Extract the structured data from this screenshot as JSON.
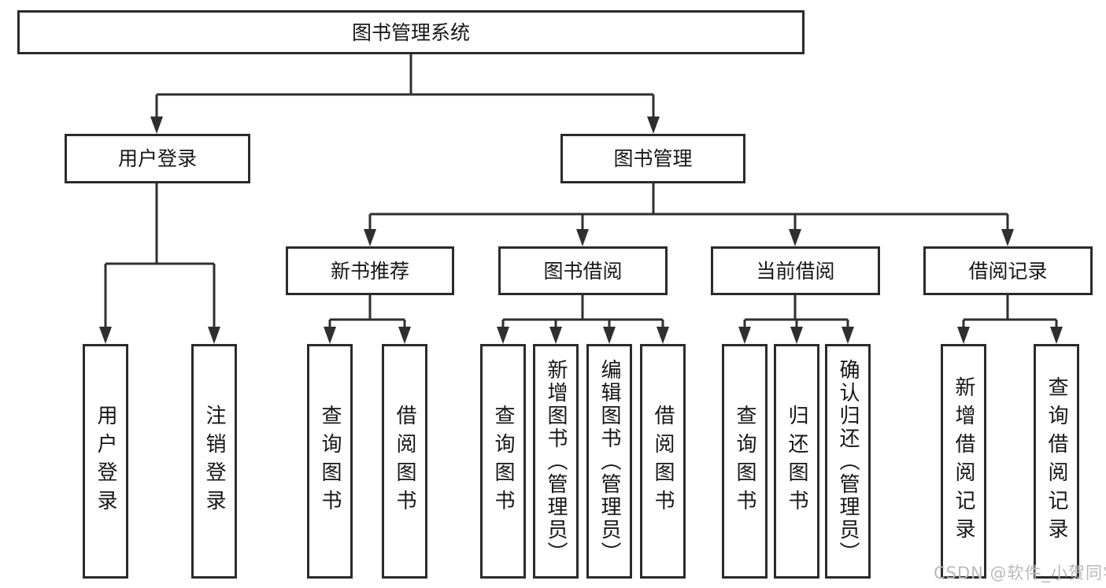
{
  "colors": {
    "line": "#2f2f2f",
    "box_border": "#2b2b2b",
    "text": "#161616",
    "watermark": "#b9b9b9",
    "background": "#ffffff"
  },
  "watermark": {
    "text": "CSDN @软件_小贺同学"
  },
  "tree": {
    "root": {
      "label": "图书管理系统"
    },
    "branches": [
      {
        "label": "用户登录",
        "children": [
          {
            "label": "用户登录"
          },
          {
            "label": "注销登录"
          }
        ]
      },
      {
        "label": "图书管理",
        "children": [
          {
            "label": "新书推荐",
            "children": [
              {
                "label": "查询图书"
              },
              {
                "label": "借阅图书"
              }
            ]
          },
          {
            "label": "图书借阅",
            "children": [
              {
                "label": "查询图书"
              },
              {
                "label": "新增图书（管理员）"
              },
              {
                "label": "编辑图书（管理员）"
              },
              {
                "label": "借阅图书"
              }
            ]
          },
          {
            "label": "当前借阅",
            "children": [
              {
                "label": "查询图书"
              },
              {
                "label": "归还图书"
              },
              {
                "label": "确认归还（管理员）"
              }
            ]
          },
          {
            "label": "借阅记录",
            "children": [
              {
                "label": "新增借阅记录"
              },
              {
                "label": "查询借阅记录"
              }
            ]
          }
        ]
      }
    ]
  }
}
